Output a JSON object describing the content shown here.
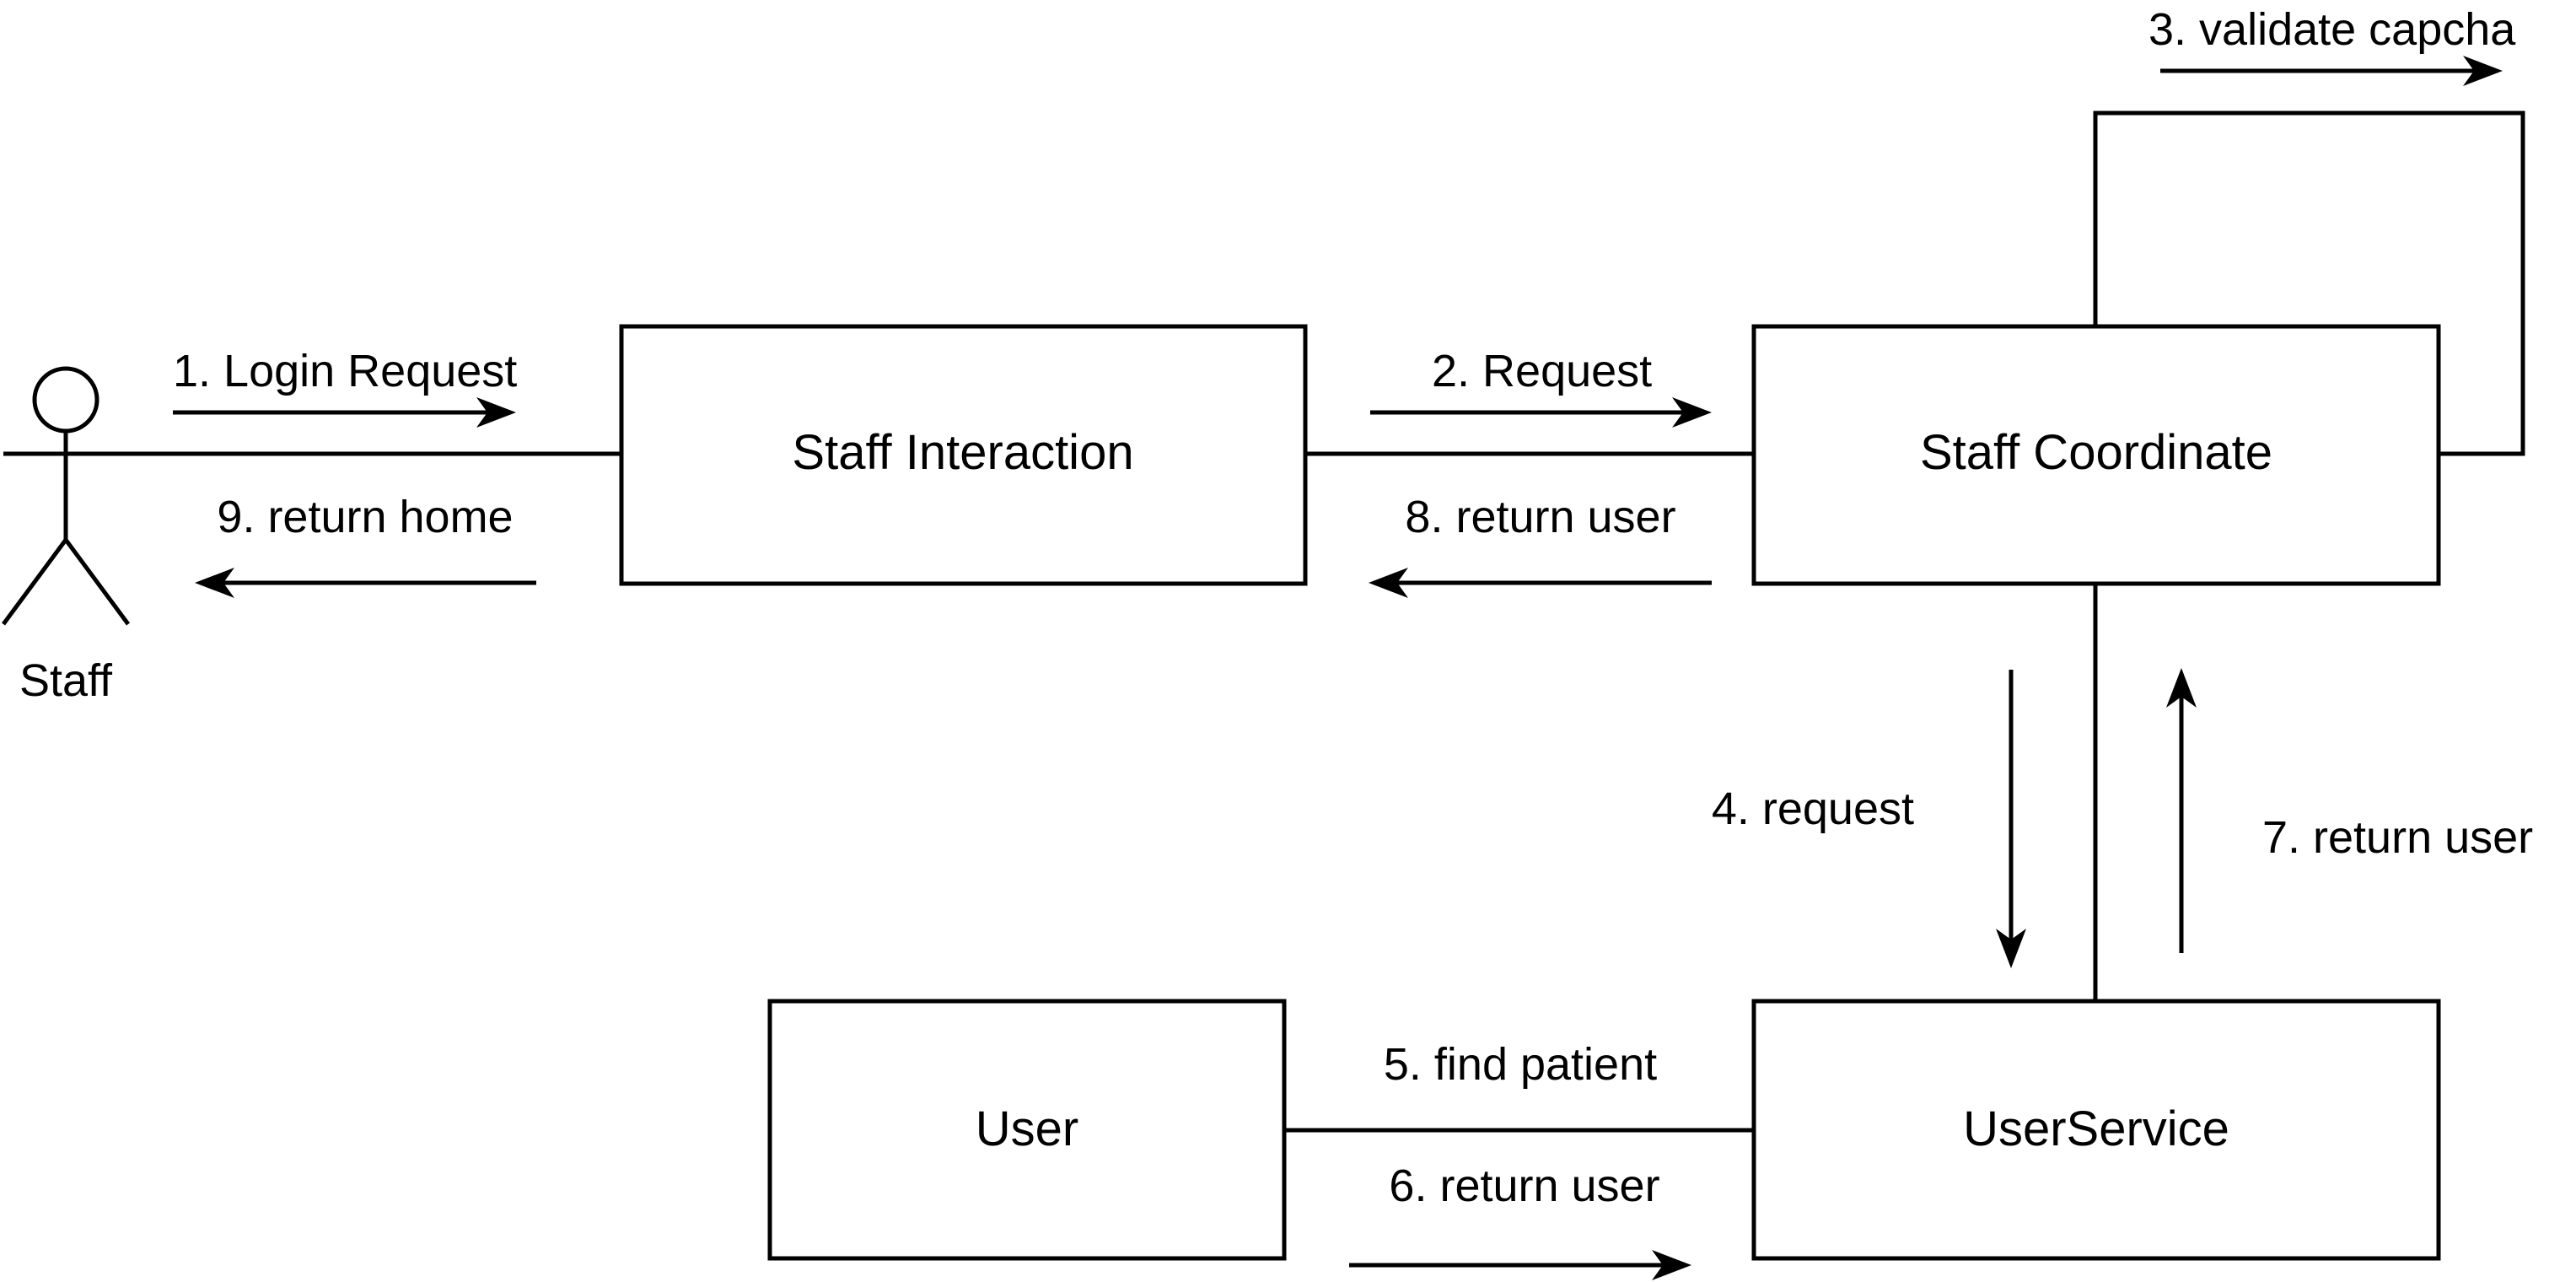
{
  "actor": {
    "name": "Staff"
  },
  "nodes": {
    "staff_interaction": "Staff Interaction",
    "staff_coordinate": "Staff Coordinate",
    "user_service": "UserService",
    "user": "User"
  },
  "messages": {
    "m1": "1. Login Request",
    "m2": "2. Request",
    "m3": "3. validate capcha",
    "m4": "4. request",
    "m5": "5. find patient",
    "m6": "6. return user",
    "m7": "7. return user",
    "m8": "8. return user",
    "m9": "9. return home"
  },
  "colors": {
    "stroke": "#000000",
    "background": "#ffffff"
  }
}
